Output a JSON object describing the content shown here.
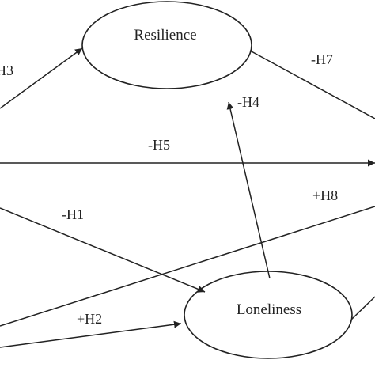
{
  "nodes": {
    "resilience": {
      "label": "Resilience"
    },
    "loneliness": {
      "label": "Loneliness"
    }
  },
  "edges": {
    "h3": {
      "label": "H3"
    },
    "h7": {
      "label": "-H7"
    },
    "h4": {
      "label": "-H4"
    },
    "h5": {
      "label": "-H5"
    },
    "h8": {
      "label": "+H8"
    },
    "h1": {
      "label": "-H1"
    },
    "h2": {
      "label": "+H2"
    }
  },
  "colors": {
    "stroke": "#222222",
    "background": "#ffffff"
  }
}
